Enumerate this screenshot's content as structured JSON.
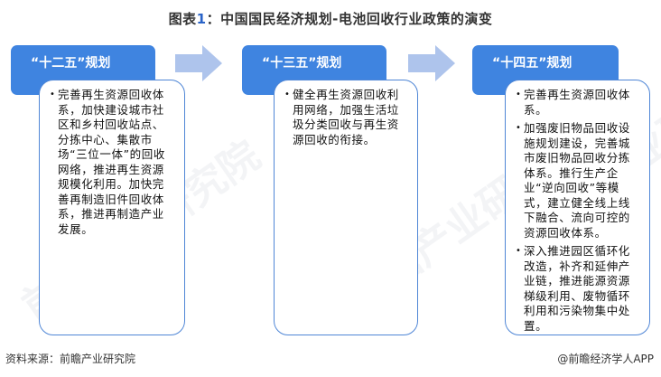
{
  "title": {
    "prefix": "图表",
    "number": "1",
    "text": "：中国国民经济规划-电池回收行业政策的演变"
  },
  "colors": {
    "header_bg": "#3f84e0",
    "arrow": "#aec4ec",
    "content_border": "#4f86d6",
    "title_number": "#2a64c8"
  },
  "stages": [
    {
      "header": "“十二五”规划",
      "items": [
        "完善再生资源回收体系，加快建设城市社区和乡村回收站点、分拣中心、集散市场“三位一体”的回收网络，推进再生资源规模化利用。加快完善再制造旧件回收体系，推进再制造产业发展。"
      ]
    },
    {
      "header": "“十三五”规划",
      "items": [
        "健全再生资源回收利用网络，加强生活垃圾分类回收与再生资源回收的衔接。"
      ]
    },
    {
      "header": "“十四五”规划",
      "items": [
        "完善再生资源回收体系。",
        "加强废旧物品回收设施规划建设，完善城市废旧物品回收分拣体系。推行生产企业“逆向回收”等模式，建立健全线上线下融合、流向可控的资源回收体系。",
        "深入推进园区循环化改造，补齐和延伸产业链，推进能源资源梯级利用、废物循环利用和污染物集中处置。"
      ]
    }
  ],
  "arrows": [
    {
      "icon": "right-arrow-icon"
    },
    {
      "icon": "right-arrow-icon"
    }
  ],
  "footer": {
    "source": "资料来源：前瞻产业研究院",
    "credit": "@前瞻经济学人APP"
  },
  "watermark": "前瞻产业研究院"
}
